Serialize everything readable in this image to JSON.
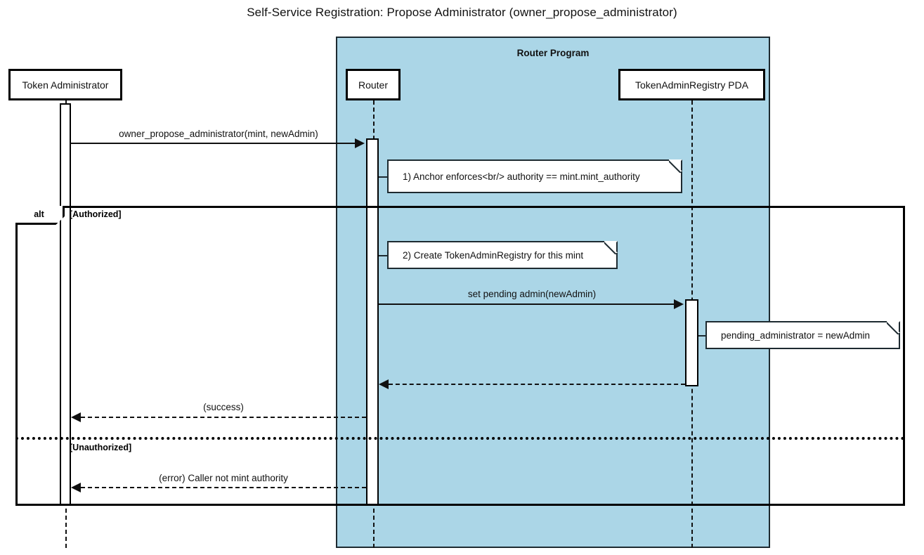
{
  "diagram": {
    "type": "sequence-diagram",
    "title": "Self-Service Registration: Propose Administrator (owner_propose_administrator)",
    "colors": {
      "group_fill": "#abd6e7",
      "group_stroke": "#1d2a30",
      "line": "#111111",
      "note_fill": "#ffffff",
      "participant_fill": "#ffffff"
    }
  },
  "groups": [
    {
      "id": "router-program",
      "label": "Router Program"
    }
  ],
  "participants": [
    {
      "id": "token-administrator",
      "label": "Token Administrator",
      "group": null
    },
    {
      "id": "router",
      "label": "Router",
      "group": "router-program"
    },
    {
      "id": "token-admin-registry-pda",
      "label": "TokenAdminRegistry PDA",
      "group": "router-program"
    }
  ],
  "messages": [
    {
      "id": "msg-propose",
      "label": "owner_propose_administrator(mint, newAdmin)",
      "from": "token-administrator",
      "to": "router",
      "style": "solid",
      "direction": "right"
    },
    {
      "id": "msg-set-pending-admin",
      "label": "set pending admin(newAdmin)",
      "from": "router",
      "to": "token-admin-registry-pda",
      "style": "solid",
      "direction": "right"
    },
    {
      "id": "msg-pda-return",
      "label": "",
      "from": "token-admin-registry-pda",
      "to": "router",
      "style": "dashed",
      "direction": "left"
    },
    {
      "id": "msg-success",
      "label": "(success)",
      "from": "router",
      "to": "token-administrator",
      "style": "dashed",
      "direction": "left"
    },
    {
      "id": "msg-error",
      "label": "(error) Caller not mint authority",
      "from": "router",
      "to": "token-administrator",
      "style": "dashed",
      "direction": "left"
    }
  ],
  "notes": [
    {
      "id": "note-anchor-enforces",
      "text": "1) Anchor enforces<br/> authority == mint.mint_authority",
      "attached_to": "router"
    },
    {
      "id": "note-create-registry",
      "text": "2) Create TokenAdminRegistry for this mint",
      "attached_to": "router"
    },
    {
      "id": "note-pending-administrator",
      "text": "pending_administrator = newAdmin",
      "attached_to": "token-admin-registry-pda"
    }
  ],
  "fragments": [
    {
      "id": "alt-fragment",
      "operator": "alt",
      "conditions": [
        {
          "id": "cond-authorized",
          "label": "[Authorized]"
        },
        {
          "id": "cond-unauthorized",
          "label": "[Unauthorized]"
        }
      ]
    }
  ]
}
